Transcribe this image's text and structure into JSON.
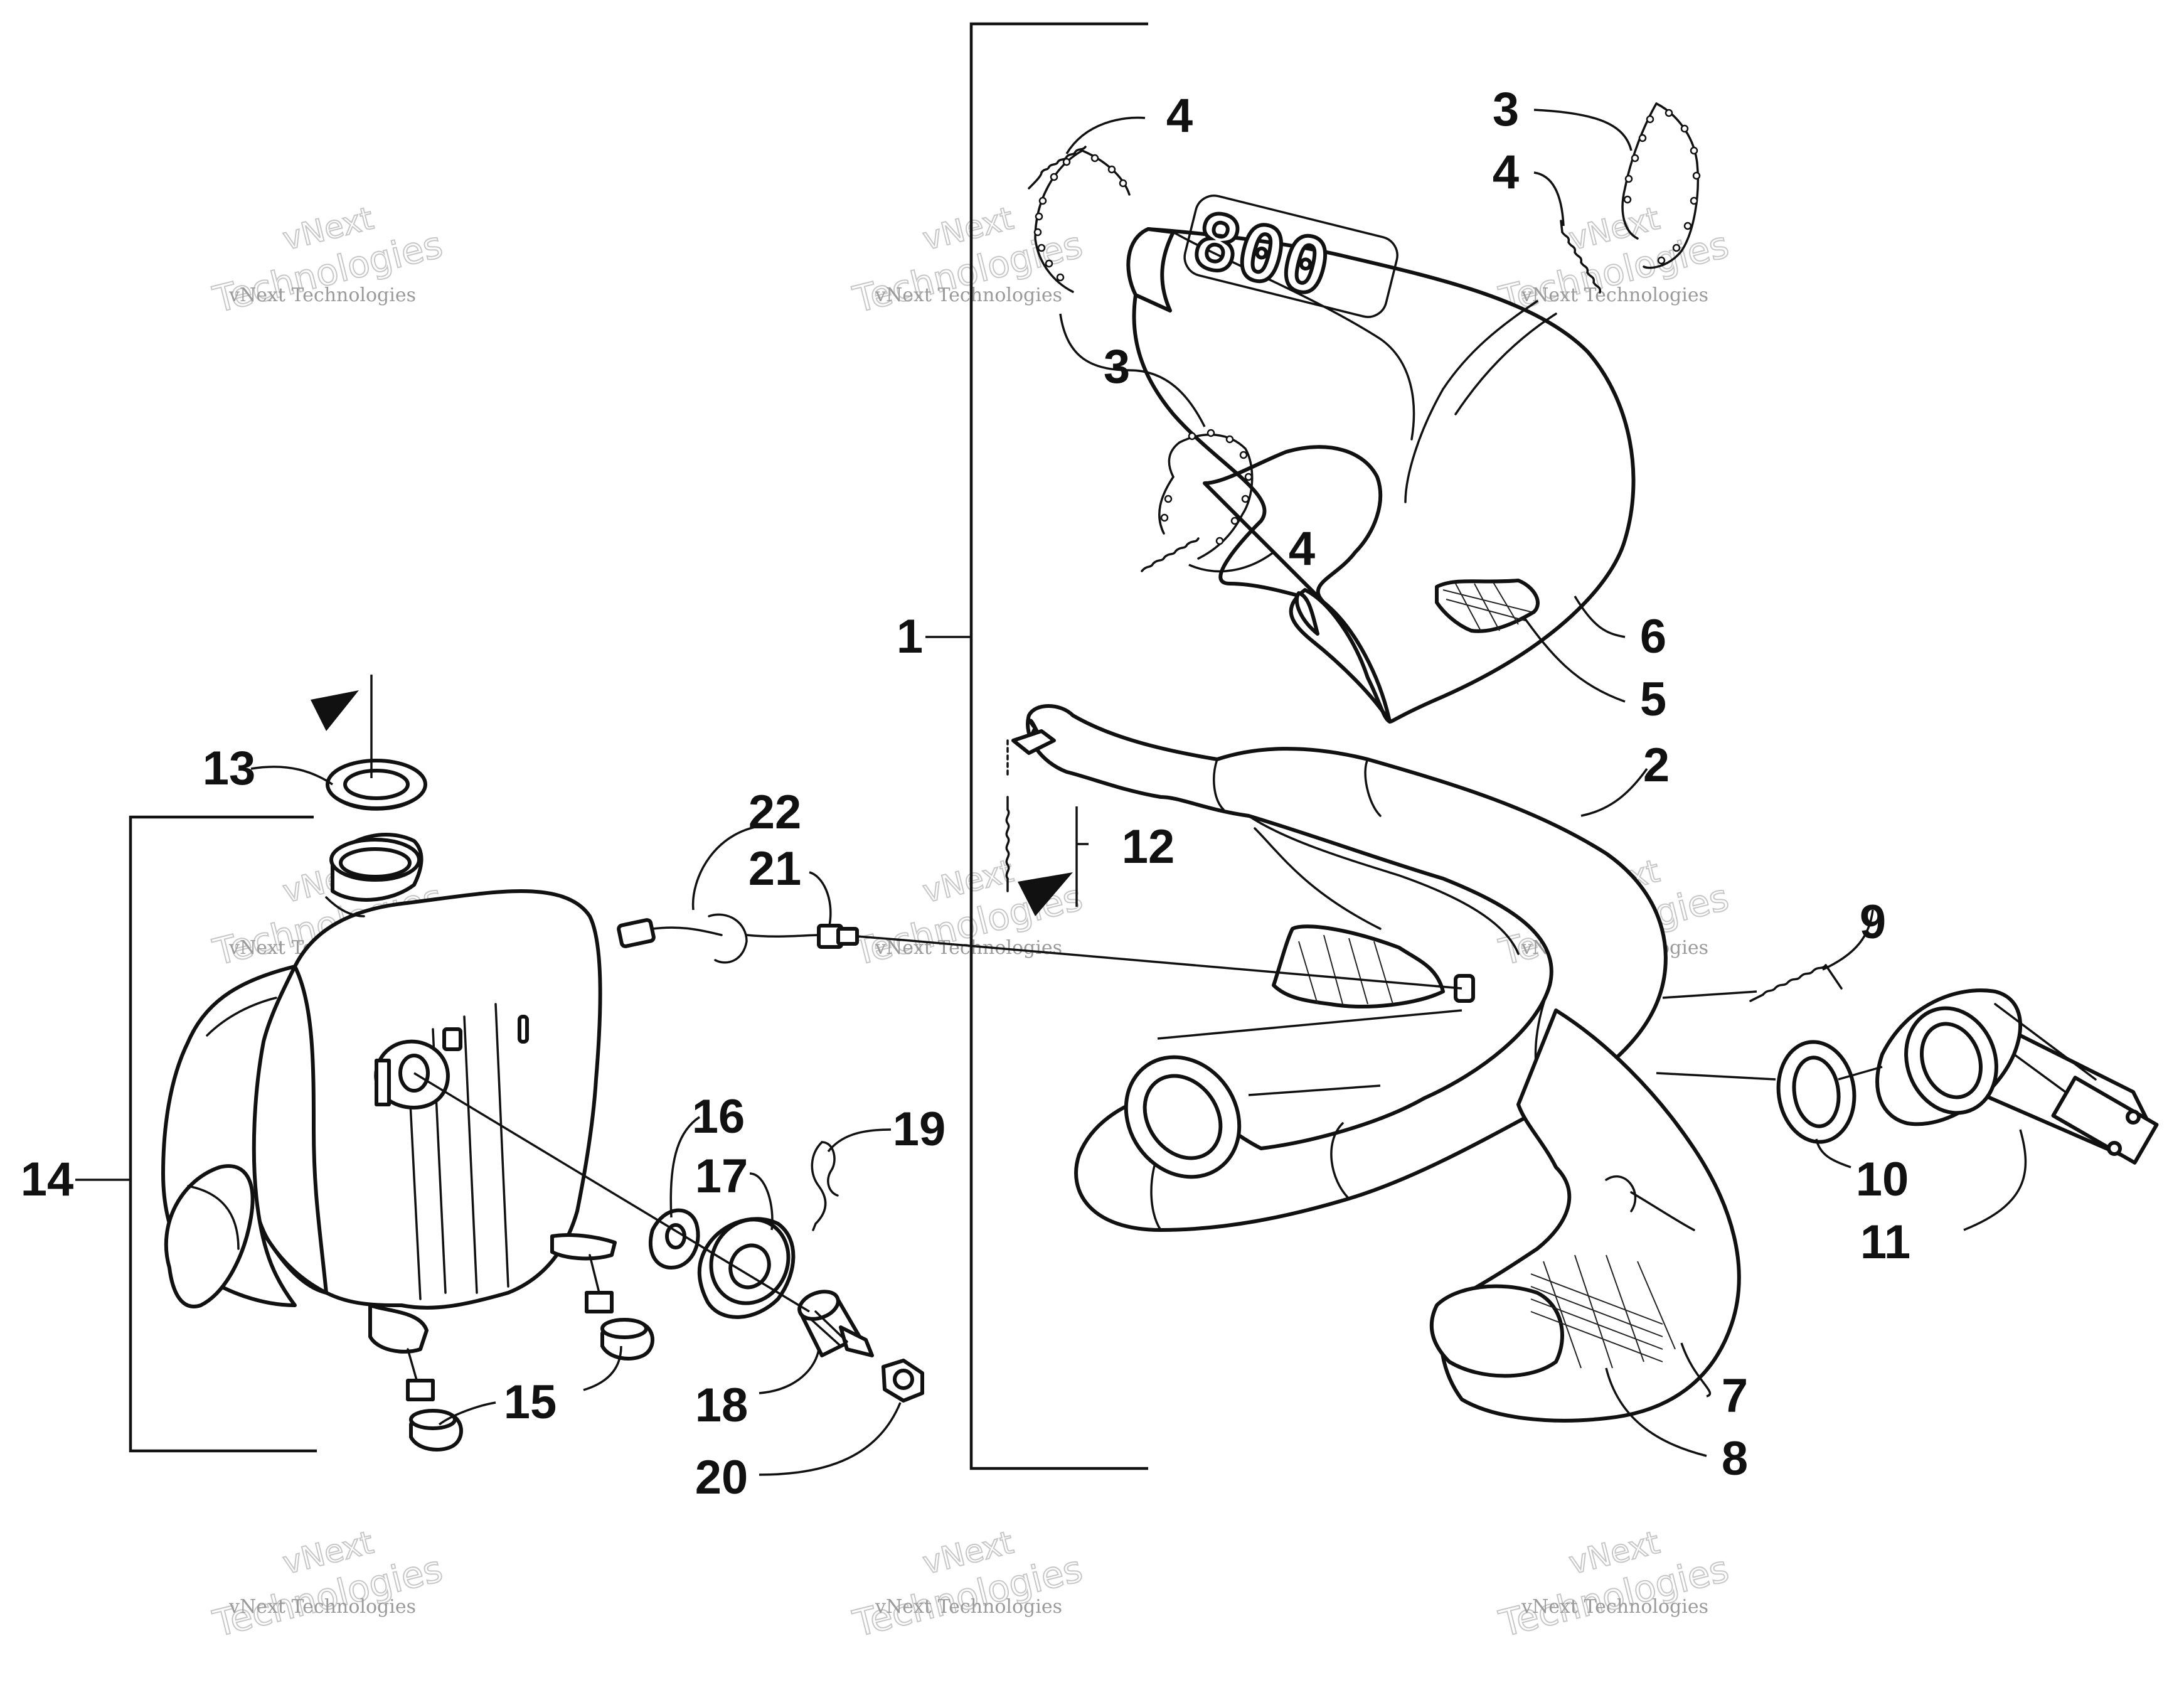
{
  "diagram": {
    "callouts": {
      "c1": "1",
      "c2": "2",
      "c3a": "3",
      "c3b": "3",
      "c4a": "4",
      "c4b": "4",
      "c4c": "4",
      "c5": "5",
      "c6": "6",
      "c7": "7",
      "c8": "8",
      "c9": "9",
      "c10": "10",
      "c11": "11",
      "c12": "12",
      "c13": "13",
      "c14": "14",
      "c15": "15",
      "c16": "16",
      "c17": "17",
      "c18": "18",
      "c19": "19",
      "c20": "20",
      "c21": "21",
      "c22": "22"
    },
    "emblem_text": "800",
    "watermark": {
      "line1": "vNext",
      "line2": "Technologies",
      "small": "vNext Technologies"
    }
  }
}
